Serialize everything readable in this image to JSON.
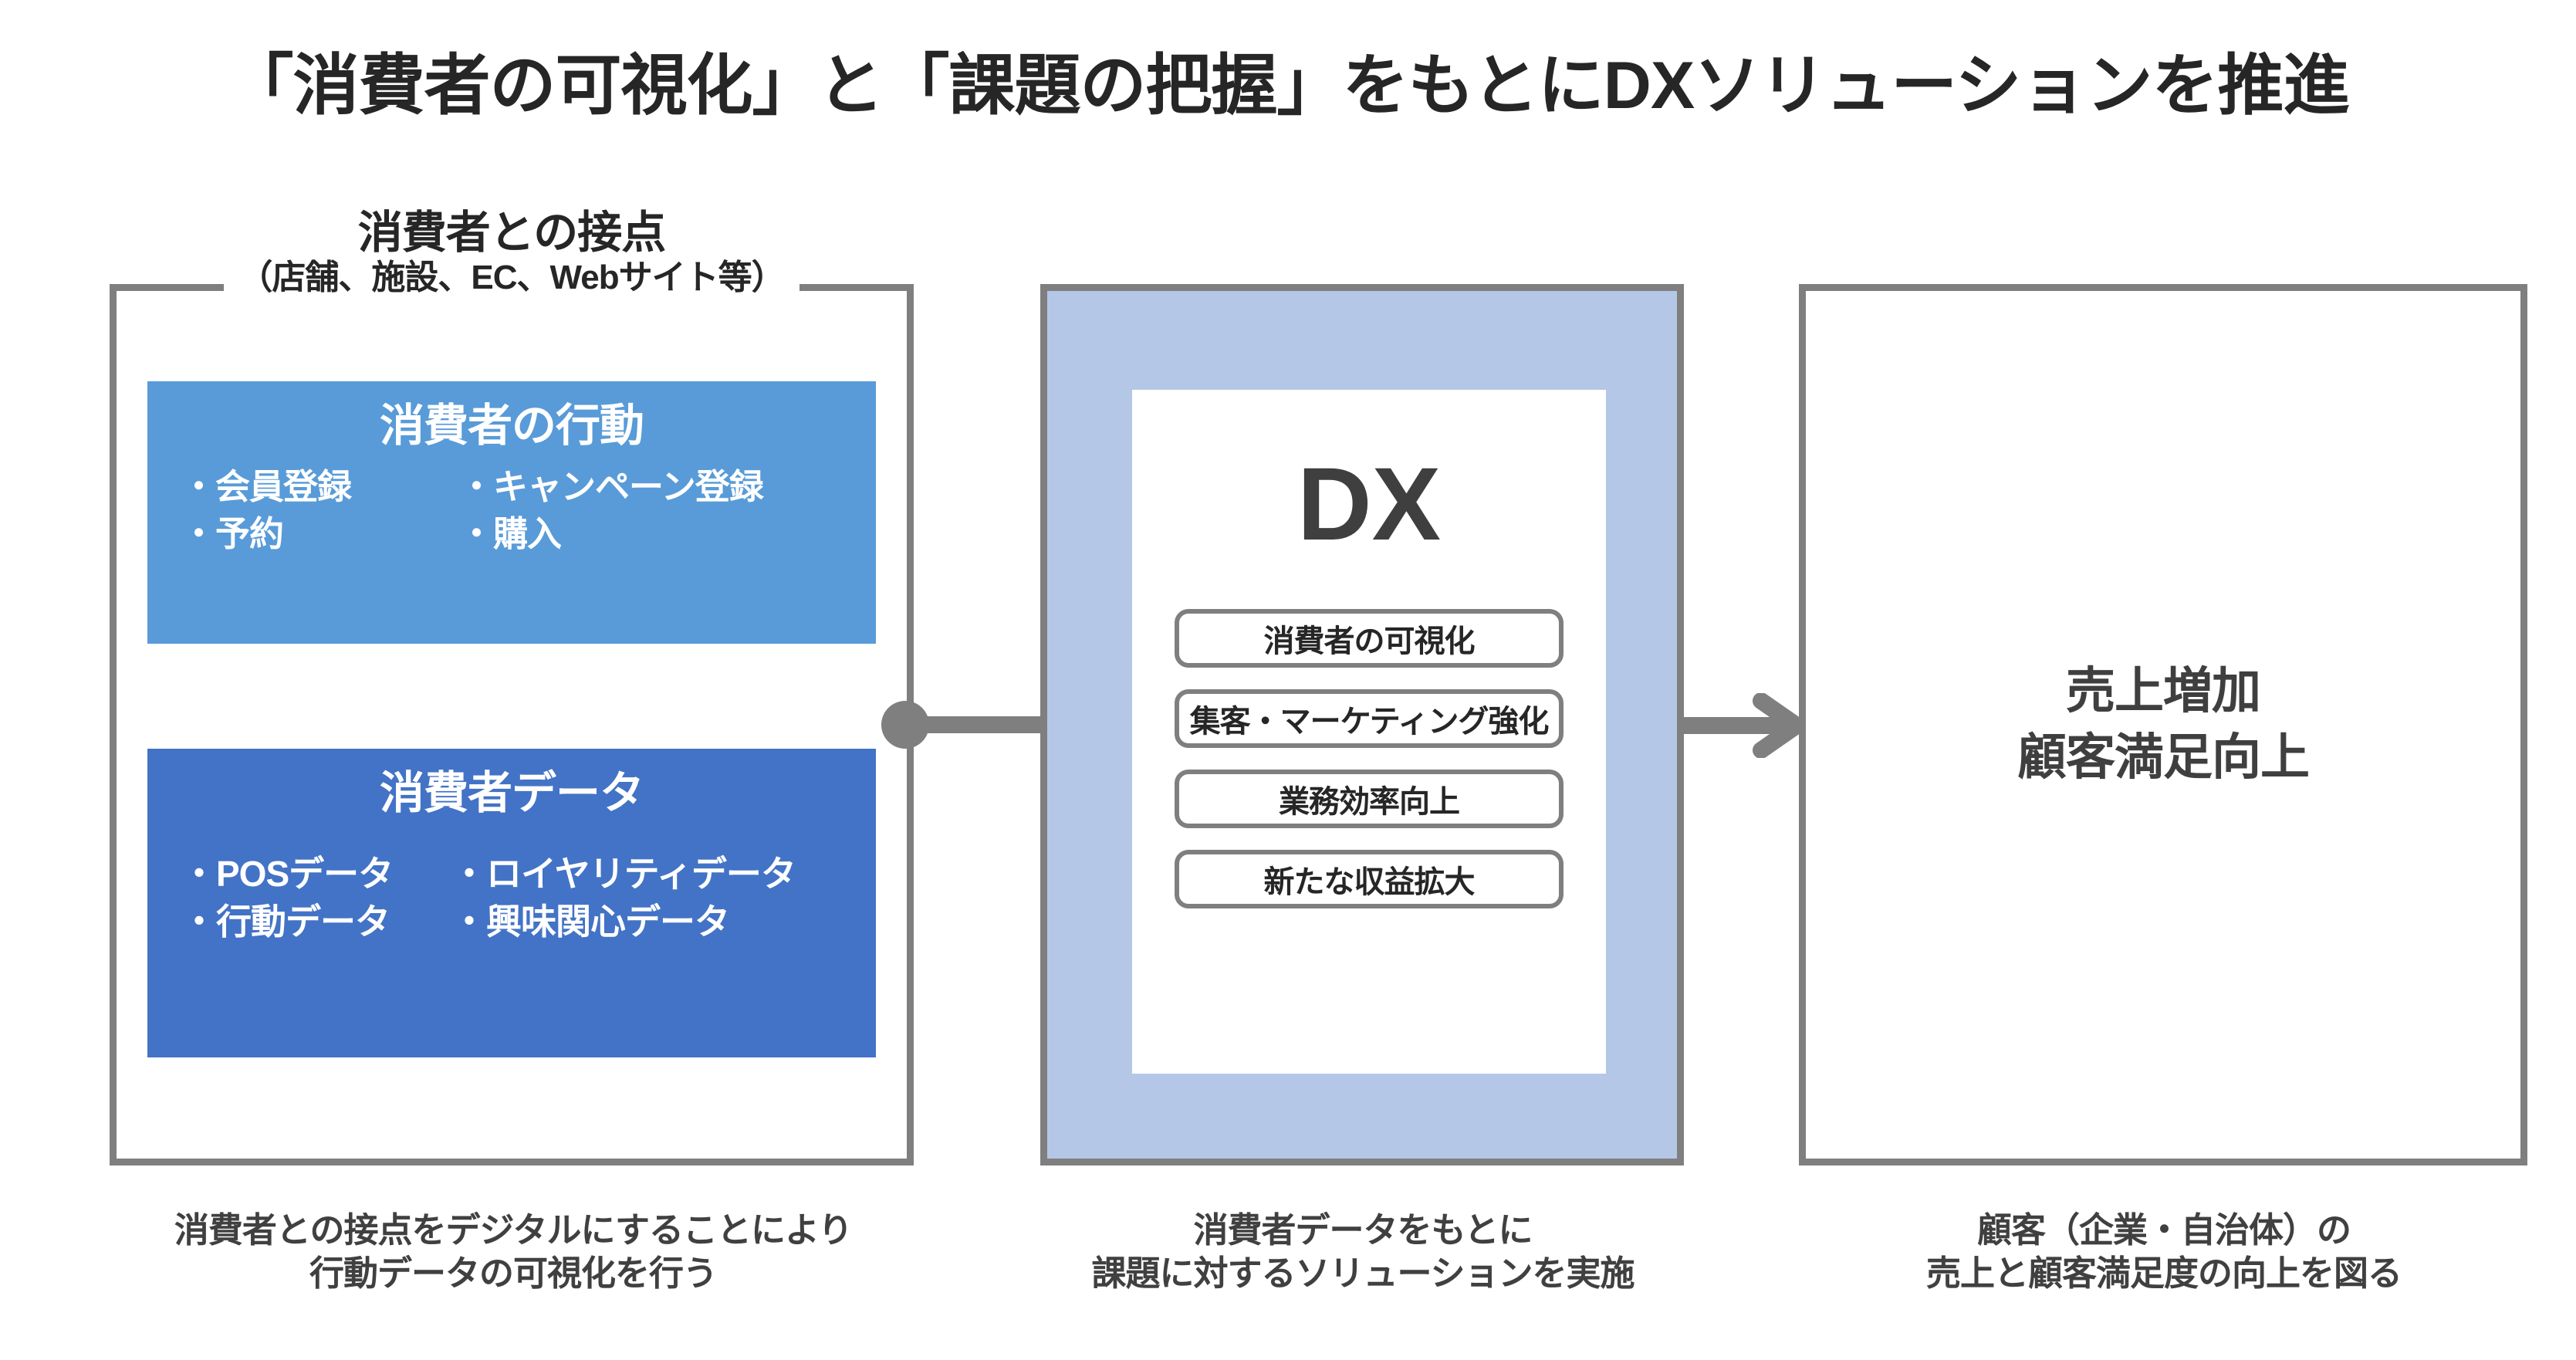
{
  "title": "「消費者の可視化」と「課題の把握」をもとにDXソリューションを推進",
  "colors": {
    "border_gray": "#7f7f7f",
    "text_dark": "#3f3f3f",
    "behavior_blue": "#589bd8",
    "data_blue": "#4273c6",
    "center_panel_blue": "#b5c7e6"
  },
  "left_panel": {
    "heading_line1": "消費者との接点",
    "heading_line2": "（店舗、施設、EC、Webサイト等）",
    "behavior_card": {
      "title": "消費者の行動",
      "bullets": [
        "・会員登録",
        "・キャンペーン登録",
        "・予約",
        "・購入"
      ]
    },
    "data_card": {
      "title": "消費者データ",
      "bullets": [
        "・POSデータ",
        "・ロイヤリティデータ",
        "・行動データ",
        "・興味関心データ"
      ]
    },
    "caption_line1": "消費者との接点をデジタルにすることにより",
    "caption_line2": "行動データの可視化を行う"
  },
  "center_panel": {
    "dx_label": "DX",
    "pills": [
      "消費者の可視化",
      "集客・マーケティング強化",
      "業務効率向上",
      "新たな収益拡大"
    ],
    "caption_line1": "消費者データをもとに",
    "caption_line2": "課題に対するソリューションを実施"
  },
  "right_panel": {
    "outcome_line1": "売上増加",
    "outcome_line2": "顧客満足向上",
    "caption_line1": "顧客（企業・自治体）の",
    "caption_line2": "売上と顧客満足度の向上を図る"
  },
  "connectors": {
    "left_to_center": "dot-and-line-connector",
    "center_to_right": "right-arrow"
  }
}
